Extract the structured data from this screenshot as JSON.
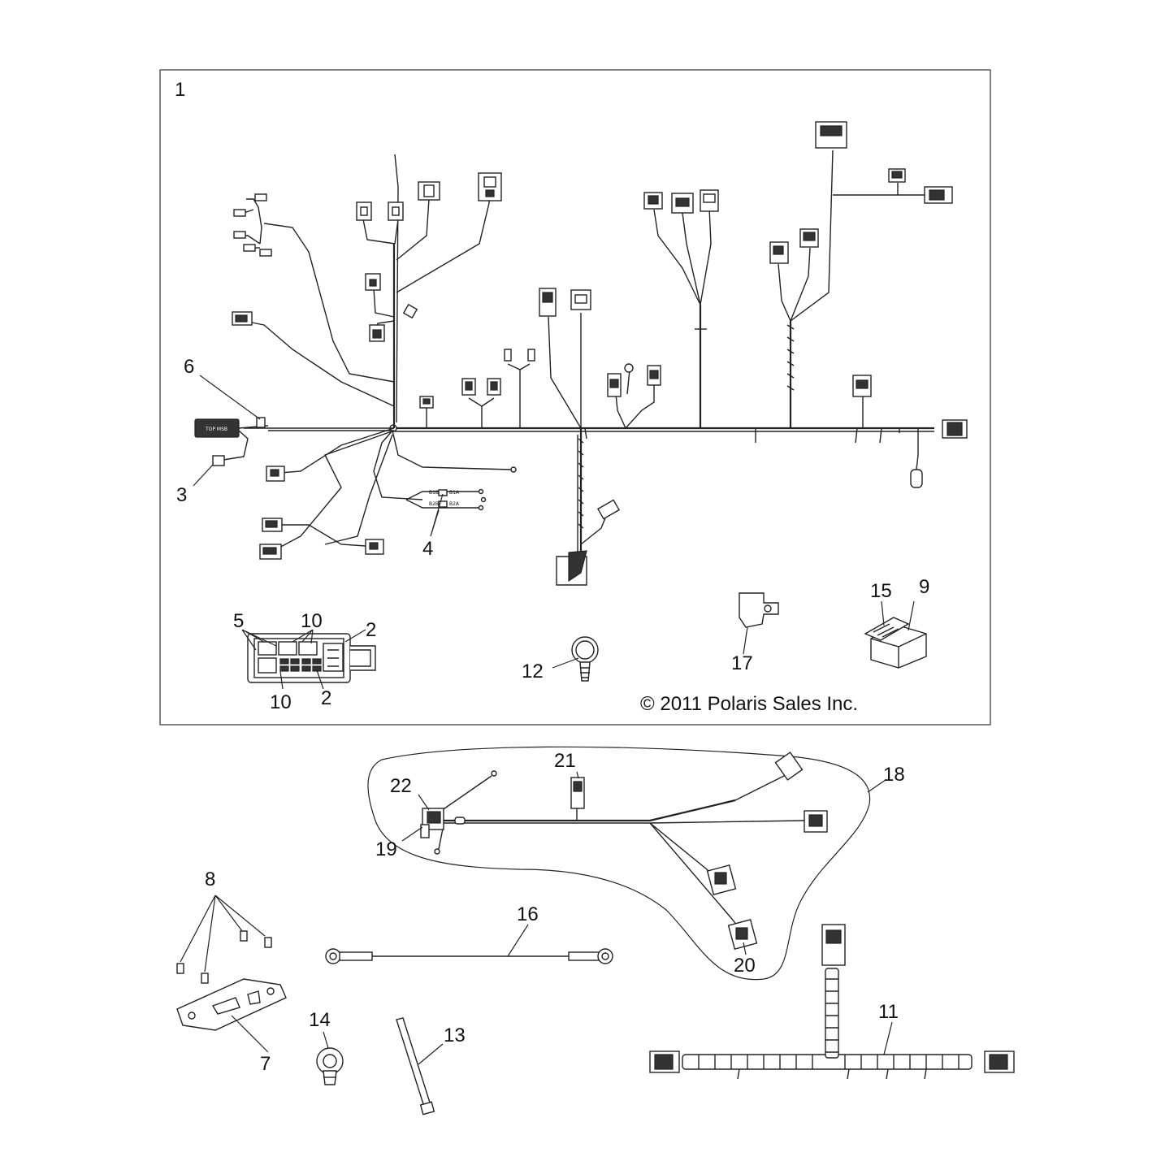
{
  "copyright": "© 2011 Polaris Sales Inc.",
  "callouts": {
    "c1": "1",
    "c2a": "2",
    "c2b": "2",
    "c3": "3",
    "c4": "4",
    "c5": "5",
    "c6": "6",
    "c7": "7",
    "c8": "8",
    "c9": "9",
    "c10a": "10",
    "c10b": "10",
    "c11": "11",
    "c12": "12",
    "c13": "13",
    "c14": "14",
    "c15": "15",
    "c16": "16",
    "c17": "17",
    "c18": "18",
    "c19": "19",
    "c20": "20",
    "c21": "21",
    "c22": "22"
  },
  "labels": {
    "module": "TOP MSB",
    "relay_b1b": "B1B",
    "relay_b1a": "B1A",
    "relay_b2b": "B2B",
    "relay_b2a": "B2A"
  }
}
